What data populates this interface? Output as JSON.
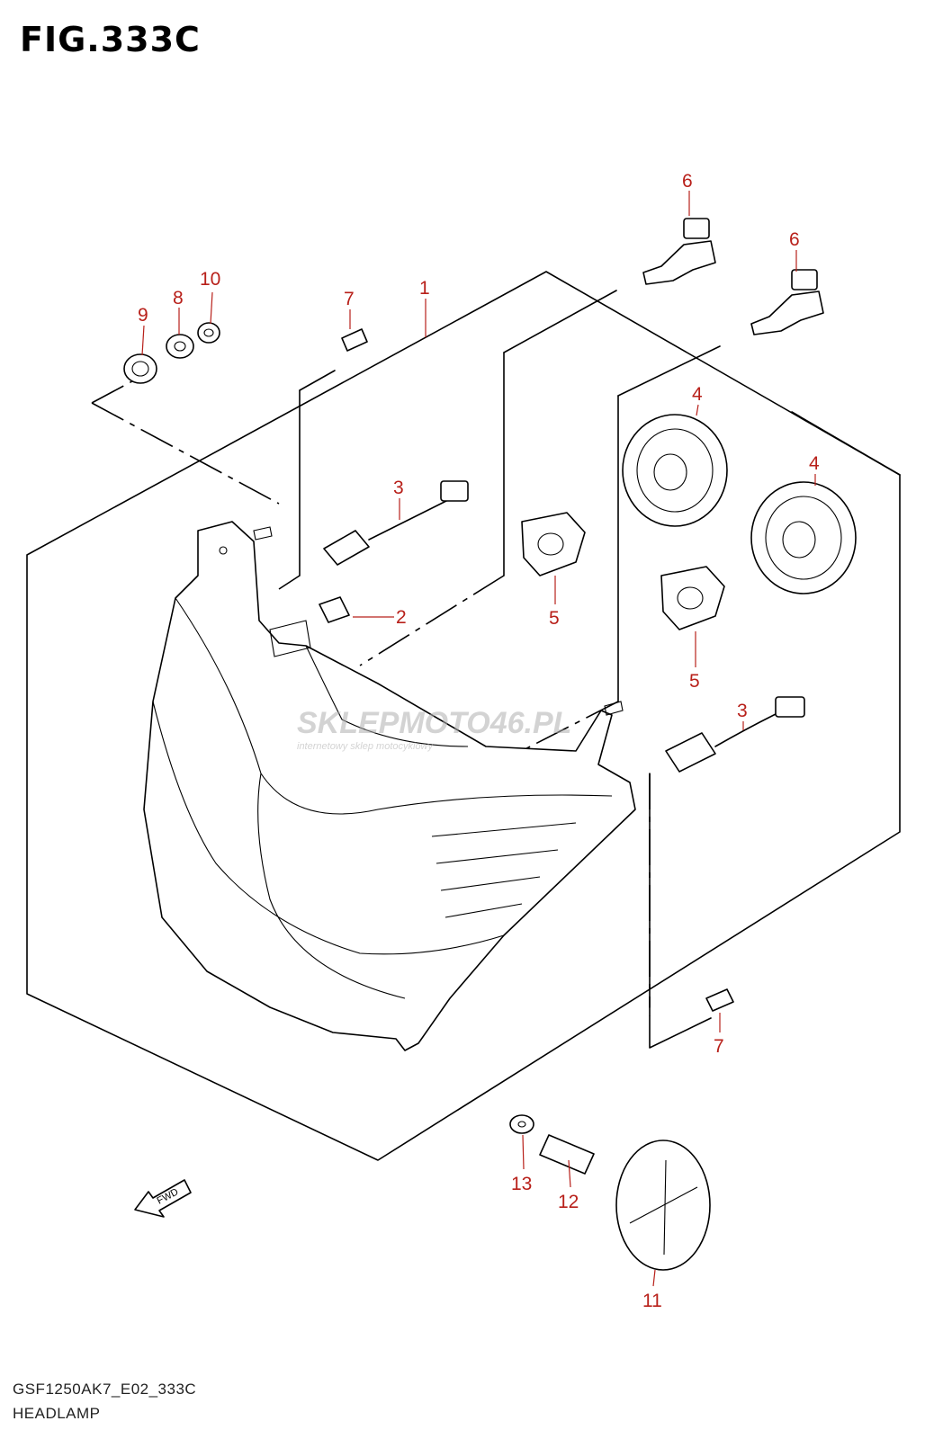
{
  "figure": {
    "title": "FIG.333C",
    "reference": "GSF1250AK7_E02_333C",
    "name": "HEADLAMP",
    "watermark": "SKLEPMOTO46.PL",
    "watermark_sub": "internetowy sklep motocyklowy",
    "fwd_label": "FWD"
  },
  "callouts": [
    {
      "id": "c6a",
      "label": "6"
    },
    {
      "id": "c6b",
      "label": "6"
    },
    {
      "id": "c10",
      "label": "10"
    },
    {
      "id": "c8",
      "label": "8"
    },
    {
      "id": "c9",
      "label": "9"
    },
    {
      "id": "c7a",
      "label": "7"
    },
    {
      "id": "c1",
      "label": "1"
    },
    {
      "id": "c4a",
      "label": "4"
    },
    {
      "id": "c4b",
      "label": "4"
    },
    {
      "id": "c3a",
      "label": "3"
    },
    {
      "id": "c2",
      "label": "2"
    },
    {
      "id": "c5a",
      "label": "5"
    },
    {
      "id": "c5b",
      "label": "5"
    },
    {
      "id": "c3b",
      "label": "3"
    },
    {
      "id": "c7b",
      "label": "7"
    },
    {
      "id": "c13",
      "label": "13"
    },
    {
      "id": "c12",
      "label": "12"
    },
    {
      "id": "c11",
      "label": "11"
    }
  ],
  "colors": {
    "callout": "#b8201a",
    "line": "#000000",
    "watermark_red": "#d9332a",
    "watermark_gray": "#b0b0b0"
  }
}
